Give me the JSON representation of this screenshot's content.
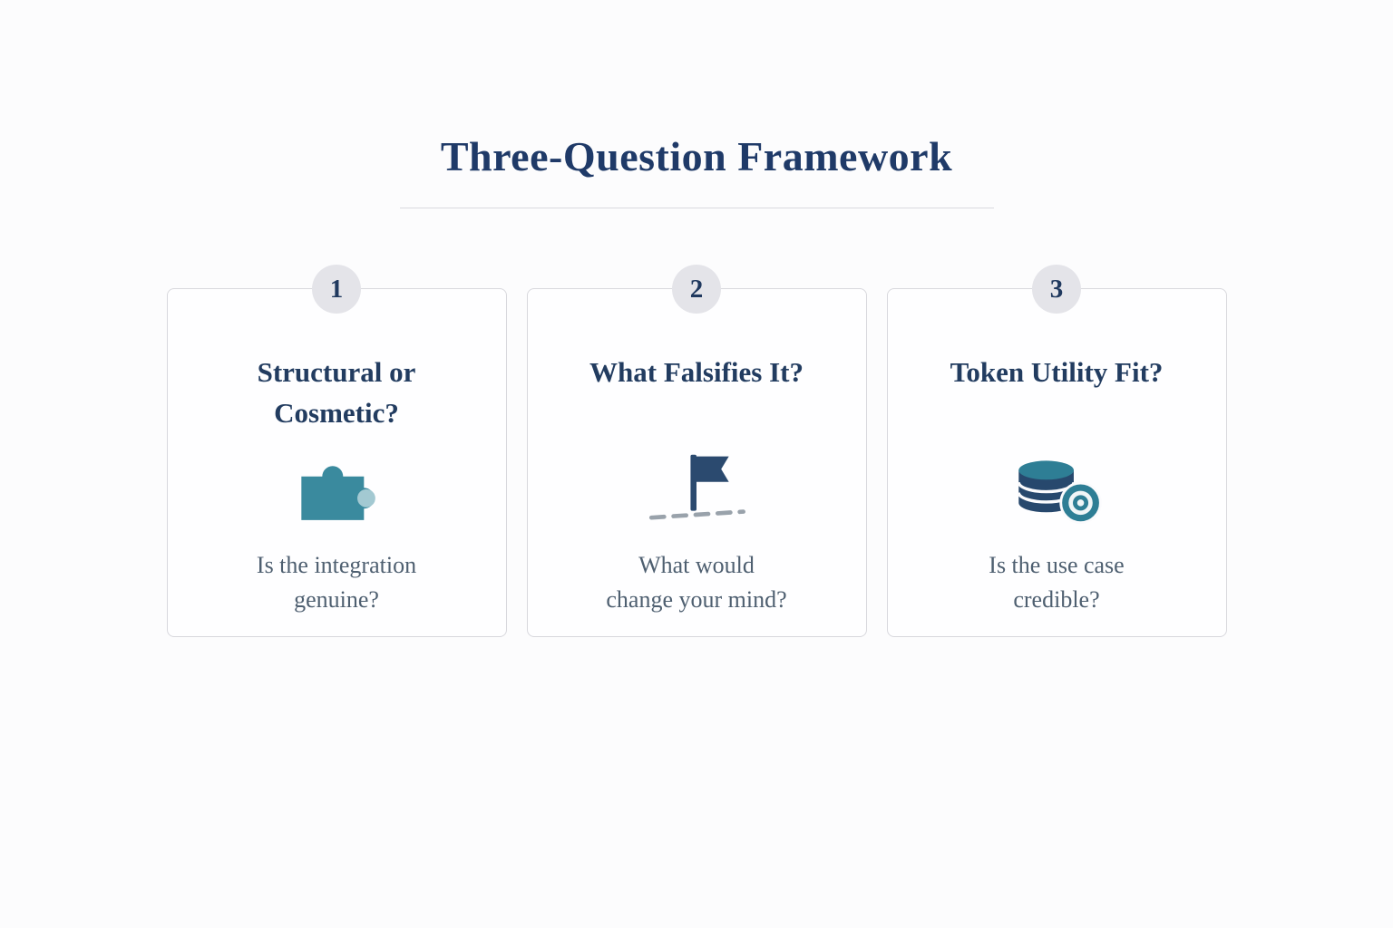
{
  "page": {
    "title": "Three-Question Framework"
  },
  "cards": [
    {
      "number": "1",
      "title": "Structural or\nCosmetic?",
      "icon": "puzzle-piece-icon",
      "subtitle": "Is the integration\ngenuine?"
    },
    {
      "number": "2",
      "title": "What Falsifies It?",
      "icon": "flag-icon",
      "subtitle": "What would\nchange your mind?"
    },
    {
      "number": "3",
      "title": "Token Utility Fit?",
      "icon": "coins-icon",
      "subtitle": "Is the use case\ncredible?"
    }
  ],
  "colors": {
    "heading": "#1f3a68",
    "card_title": "#223c60",
    "subtitle_text": "#4e5f70",
    "card_border": "#d8d8dd",
    "badge_background": "#e4e4e9",
    "icon_teal": "#2e7e95",
    "icon_teal_light": "#a3c9d2",
    "icon_navy": "#27486d",
    "dash_gray": "#99a2ab",
    "background": "#fcfcfd"
  }
}
